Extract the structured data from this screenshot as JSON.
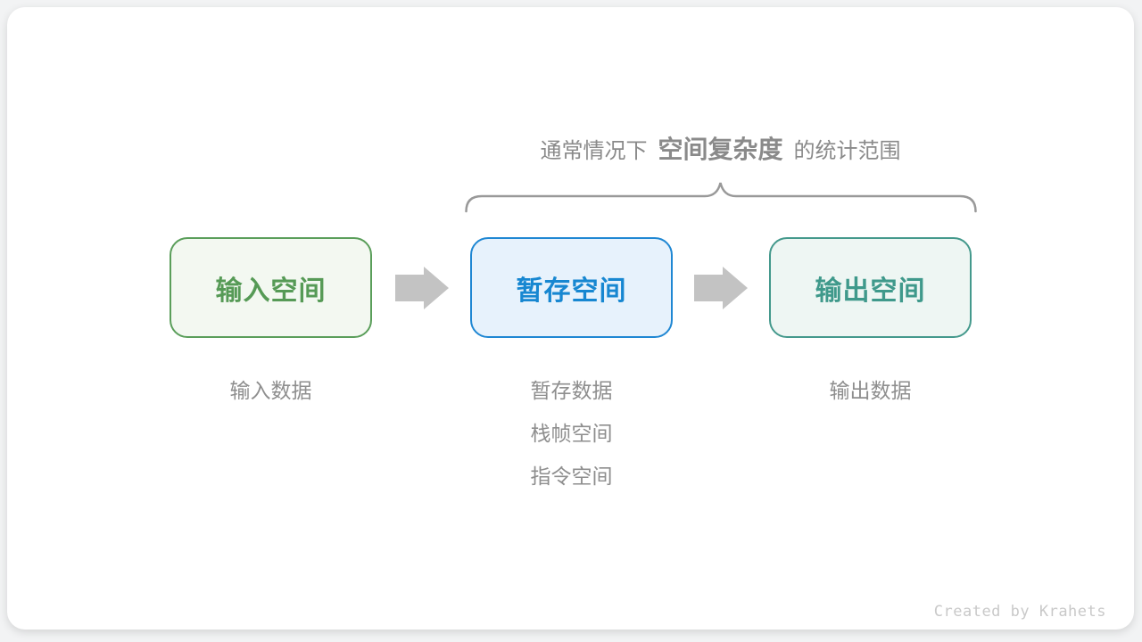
{
  "page": {
    "background": "#f2f3f4",
    "card_background": "#ffffff"
  },
  "title": {
    "prefix": "通常情况下",
    "highlight": "空间复杂度",
    "suffix": "的统计范围",
    "color": "#8a8a8a"
  },
  "brace": {
    "color": "#999999"
  },
  "boxes": [
    {
      "id": "input-space",
      "label": "输入空间",
      "text_color": "#569a56",
      "border_color": "#5a9e5a",
      "fill_color": "#f3f8f1"
    },
    {
      "id": "temp-space",
      "label": "暂存空间",
      "text_color": "#1787d1",
      "border_color": "#1f87d3",
      "fill_color": "#e7f2fc"
    },
    {
      "id": "output-space",
      "label": "输出空间",
      "text_color": "#3f998b",
      "border_color": "#44998c",
      "fill_color": "#eef6f3"
    }
  ],
  "arrows": {
    "color": "#c3c3c3"
  },
  "annotations": {
    "color": "#8e8e8e",
    "input": [
      "输入数据"
    ],
    "temp": [
      "暂存数据",
      "栈帧空间",
      "指令空间"
    ],
    "output": [
      "输出数据"
    ]
  },
  "watermark": {
    "text": "Created by Krahets",
    "color": "#c9c9c9"
  }
}
